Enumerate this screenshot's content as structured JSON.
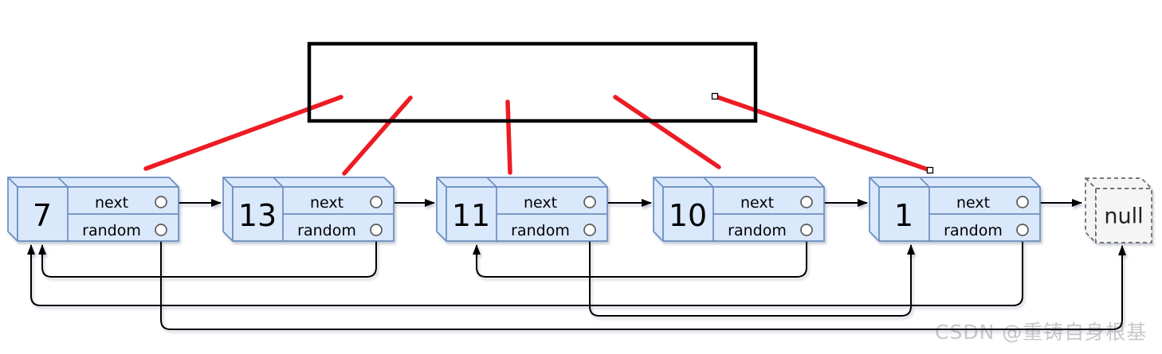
{
  "diagram": {
    "nodes": [
      {
        "value": "7",
        "next_label": "next",
        "random_label": "random"
      },
      {
        "value": "13",
        "next_label": "next",
        "random_label": "random"
      },
      {
        "value": "11",
        "next_label": "next",
        "random_label": "random"
      },
      {
        "value": "10",
        "next_label": "next",
        "random_label": "random"
      },
      {
        "value": "1",
        "next_label": "next",
        "random_label": "random"
      }
    ],
    "terminal": {
      "label": "null"
    },
    "watermark": "CSDN @重铸自身根基",
    "colors": {
      "node_fill": "#dae8fc",
      "node_stroke": "#6c8ebf",
      "terminal_fill": "#f5f5f5",
      "terminal_stroke": "#666666",
      "wire": "#000000",
      "annotation_red": "#ed1c24",
      "annotation_box_stroke": "#000000",
      "watermark_gray": "#c8c8c8"
    }
  }
}
